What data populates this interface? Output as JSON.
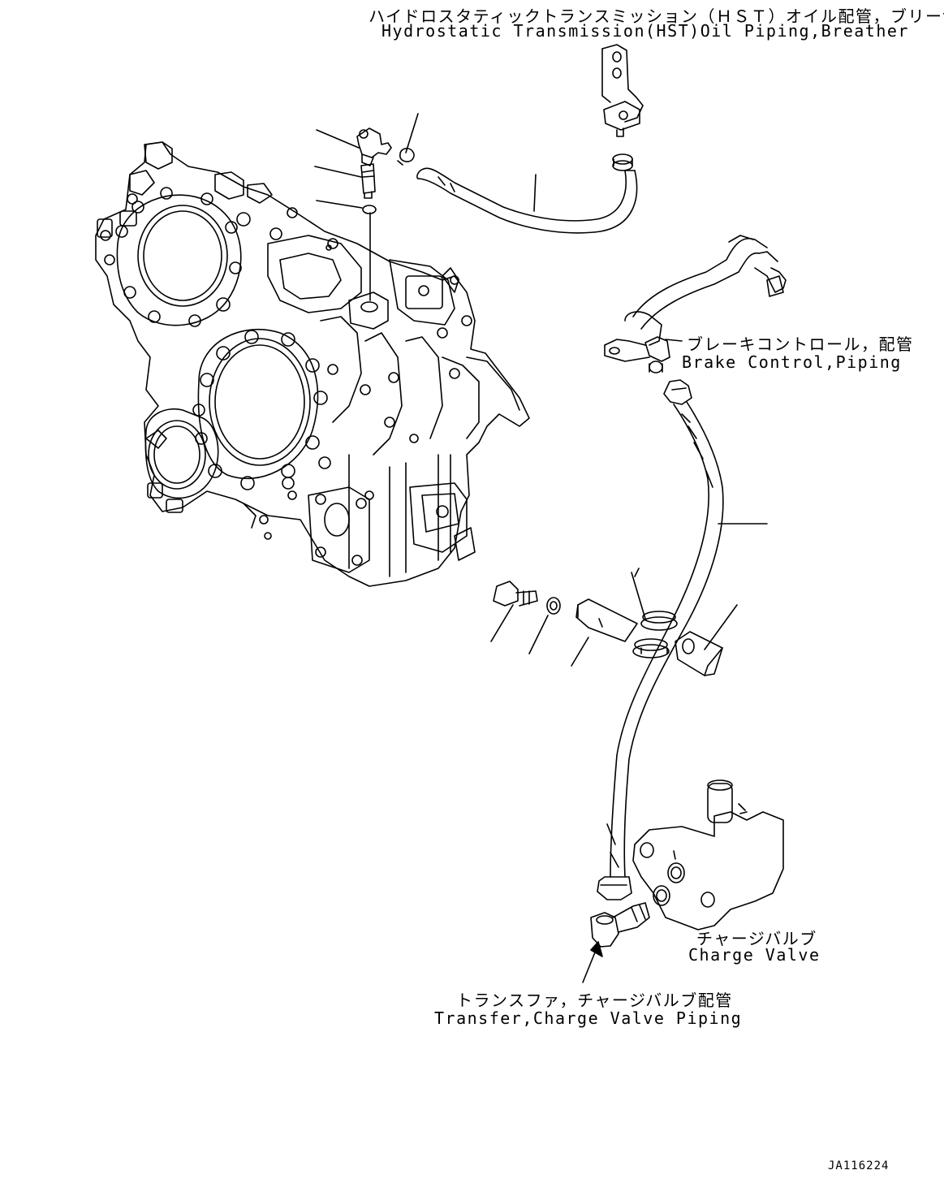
{
  "callouts": {
    "hst": {
      "jp": "ハイドロスタティックトランスミッション（ＨＳＴ）オイル配管，ブリーザ",
      "en": "Hydrostatic Transmission(HST)Oil Piping,Breather"
    },
    "brake": {
      "jp": "ブレーキコントロール，配管",
      "en": "Brake Control,Piping"
    },
    "charge_valve": {
      "jp": "チャージバルブ",
      "en": "Charge Valve"
    },
    "transfer": {
      "jp": "トランスファ，チャージバルブ配管",
      "en": "Transfer,Charge Valve Piping"
    }
  },
  "drawing_ref": "JA116224"
}
